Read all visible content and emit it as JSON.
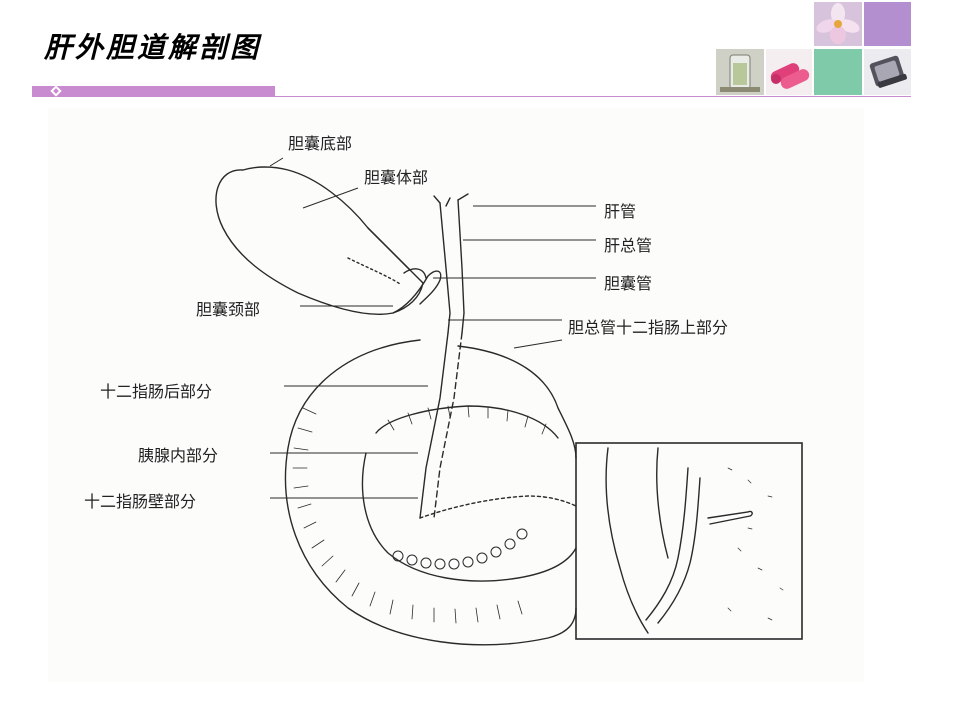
{
  "slide": {
    "title": "肝外胆道解剖图"
  },
  "theme": {
    "accent": "#c98bd0",
    "tile_teal": "#7fcba9",
    "tile_violet": "#b48fd0"
  },
  "decor_tiles": [
    {
      "name": "flower-photo-tile",
      "icon": "flower-icon"
    },
    {
      "name": "glassware-photo-tile",
      "icon": "glass-icon"
    },
    {
      "name": "candles-photo-tile",
      "icon": "candle-icon"
    },
    {
      "name": "compact-photo-tile",
      "icon": "compact-mirror-icon"
    }
  ],
  "figure": {
    "labels": {
      "gallbladder_fundus": "胆囊底部",
      "gallbladder_body": "胆囊体部",
      "hepatic_duct": "肝管",
      "common_hepatic_duct": "肝总管",
      "cystic_duct": "胆囊管",
      "gallbladder_neck": "胆囊颈部",
      "supraduodenal_cbd": "胆总管十二指肠上部分",
      "retroduodenal": "十二指肠后部分",
      "intrapancreatic": "胰腺内部分",
      "intraduodenal": "十二指肠壁部分"
    }
  }
}
